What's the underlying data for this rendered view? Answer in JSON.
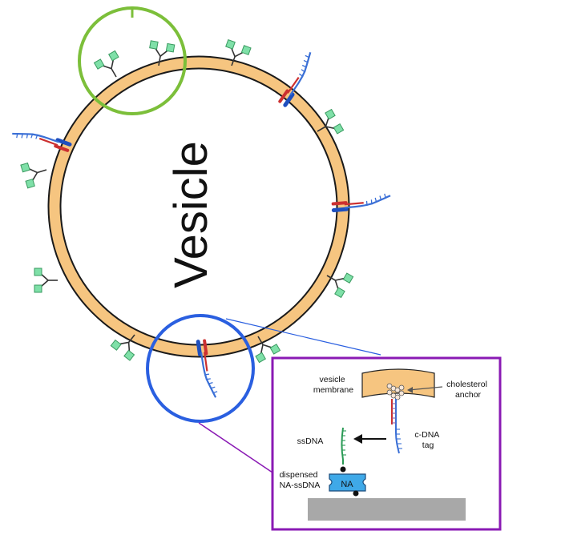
{
  "main_label": "Vesicle",
  "inset": {
    "vesicle_membrane_line1": "vesicle",
    "vesicle_membrane_line2": "membrane",
    "cholesterol_anchor_line1": "cholesterol",
    "cholesterol_anchor_line2": "anchor",
    "cdna_tag_line1": "c-DNA",
    "cdna_tag_line2": "tag",
    "ssdna": "ssDNA",
    "dispensed_line1": "dispensed",
    "dispensed_line2": "NA-ssDNA",
    "na_chip": "NA"
  },
  "colors": {
    "membrane_fill": "#f6c580",
    "membrane_stroke": "#1a1a1a",
    "green_circle": "#7cbf3a",
    "blue_circle": "#2a5fe0",
    "inset_border": "#8a1ab4",
    "dna_blue": "#3a6fd6",
    "dna_red": "#cc3030",
    "ssdna_green": "#2a9a55",
    "receptor_green": "#7fe0a8",
    "chip_blue": "#3fa9e8",
    "substrate_gray": "#a8a8a8"
  }
}
